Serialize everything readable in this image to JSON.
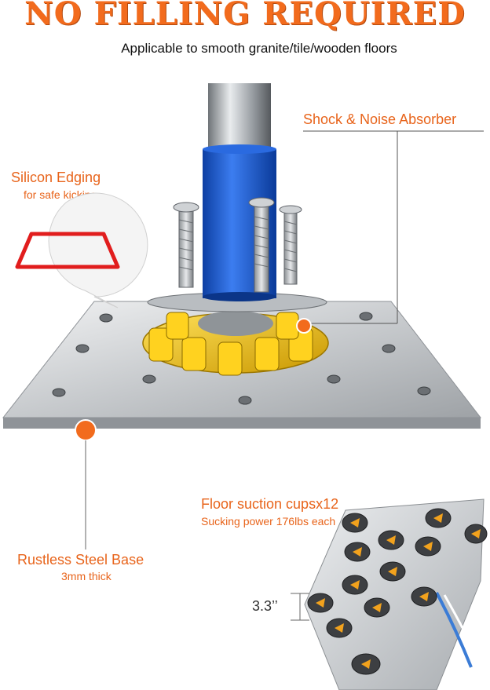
{
  "header": {
    "title": "NO FILLING REQUIRED",
    "subtitle": "Applicable to smooth granite/tile/wooden floors"
  },
  "callouts": {
    "shock": {
      "label": "Shock & Noise Absorber"
    },
    "silicon": {
      "label": "Silicon Edging",
      "sub": "for safe kicking"
    },
    "base": {
      "label": "Rustless Steel Base",
      "sub": "3mm thick"
    },
    "suction": {
      "label": "Floor suction cupsx12",
      "sub": "Sucking power 176lbs each"
    },
    "dimension": {
      "label": "3.3’’"
    }
  },
  "colors": {
    "accent": "#f26b1d",
    "pole_blue": "#1f5fd6",
    "absorber_yellow": "#f2c200",
    "steel": "#c9ccd0",
    "edging_red": "#e11d1d"
  }
}
